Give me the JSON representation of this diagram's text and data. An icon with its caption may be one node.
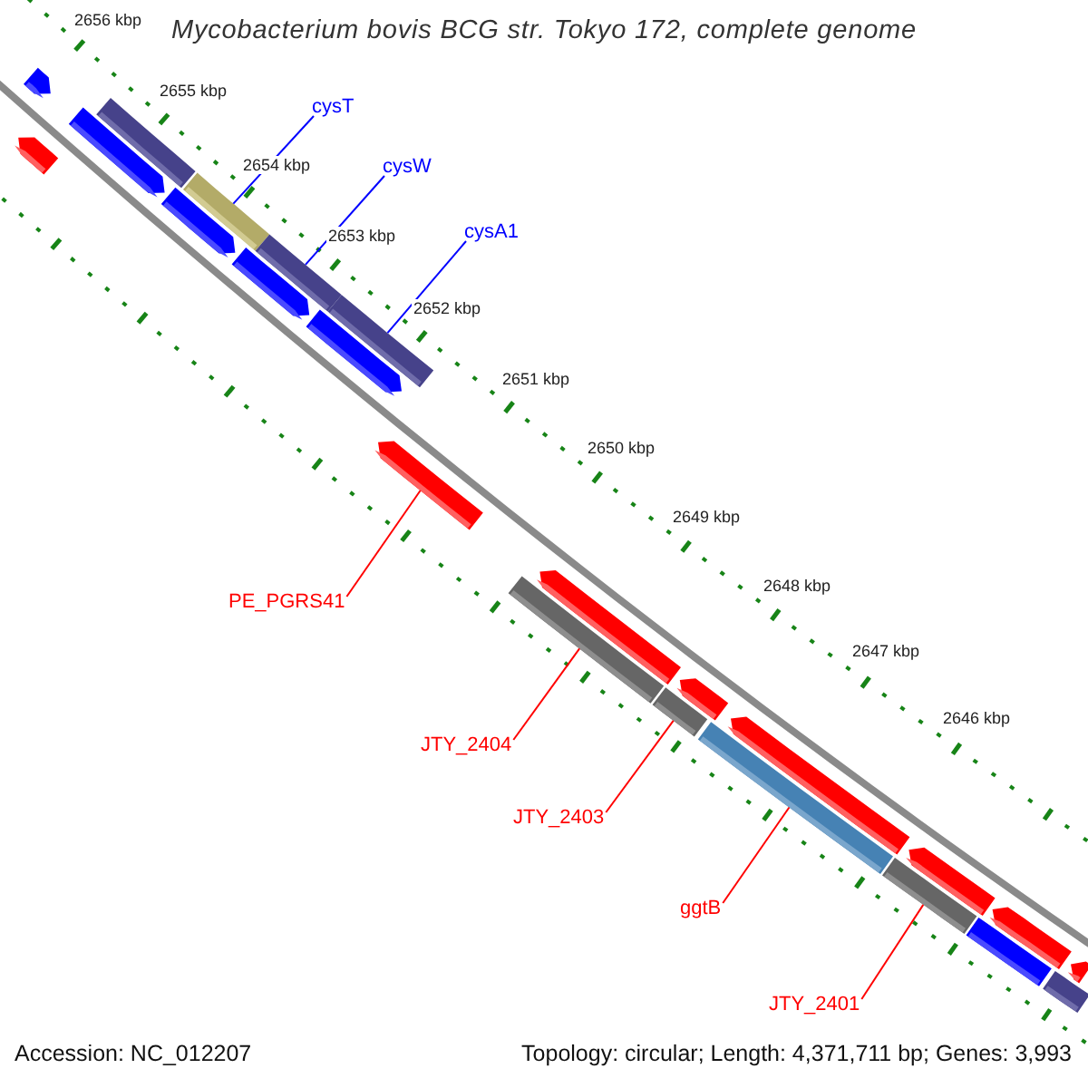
{
  "diagram": {
    "title": "Mycobacterium bovis BCG str. Tokyo 172, complete genome",
    "nodes": [
      {
        "text": [
          "cysT"
        ]
      },
      {
        "text": [
          "cysW"
        ]
      },
      {
        "text": [
          "cysA1"
        ]
      },
      {
        "text": [
          "PE_PGRS41"
        ]
      },
      {
        "text": [
          "JTY_2404"
        ]
      },
      {
        "text": [
          "JTY_2403"
        ]
      },
      {
        "text": [
          "ggtB"
        ]
      },
      {
        "text": [
          "JTY_2401"
        ]
      },
      {
        "text": [],
        "shape": "bar"
      },
      {
        "text": [],
        "shape": "bar"
      },
      {
        "text": [],
        "shape": "bar"
      },
      {
        "text": [],
        "shape": "bar"
      },
      {
        "text": [],
        "shape": "bar"
      },
      {
        "text": [],
        "shape": "bar"
      },
      {
        "text": [],
        "shape": "bar"
      },
      {
        "text": [],
        "shape": "bar"
      },
      {
        "text": [],
        "shape": "bar"
      },
      {
        "text": [],
        "shape": "bar"
      },
      {
        "text": [],
        "shape": "bar"
      },
      {
        "text": [],
        "shape": "bar"
      },
      {
        "text": [],
        "shape": "bar"
      },
      {
        "text": [],
        "shape": "bar"
      },
      {
        "text": [],
        "shape": "bar"
      },
      {
        "text": [],
        "shape": "bar"
      },
      {
        "text": [],
        "shape": "bar"
      },
      {
        "text": [],
        "shape": "bar"
      },
      {
        "text": [],
        "shape": "bar"
      },
      {
        "text": [],
        "shape": "bar"
      },
      {
        "text": [],
        "shape": "bar"
      },
      {
        "text": [],
        "shape": "bar"
      },
      {
        "text": [],
        "shape": "bar"
      }
    ],
    "edges": [
      {
        "from": 0,
        "to": 8,
        "arrow": "none",
        "color": "#0000ff"
      },
      {
        "from": 1,
        "to": 9,
        "arrow": "none",
        "color": "#0000ff"
      },
      {
        "from": 2,
        "to": 10,
        "arrow": "none",
        "color": "#0000ff"
      },
      {
        "from": 3,
        "to": 11,
        "arrow": "none"
      },
      {
        "from": 4,
        "to": 12,
        "arrow": "none"
      },
      {
        "from": 5,
        "to": 13,
        "arrow": "none"
      },
      {
        "from": 6,
        "to": 14,
        "arrow": "none"
      },
      {
        "from": 7,
        "to": 15,
        "arrow": "none"
      }
    ],
    "labels": [
      "2656 kbp",
      "2655 kbp",
      "2654 kbp",
      "2653 kbp",
      "2652 kbp",
      "2651 kbp",
      "2650 kbp",
      "2649 kbp",
      "2648 kbp",
      "2647 kbp",
      "2646 kbp",
      "Accession: NC_012207",
      "Topology: circular; Length: 4,371,711 bp; Genes: 3,993"
    ]
  }
}
